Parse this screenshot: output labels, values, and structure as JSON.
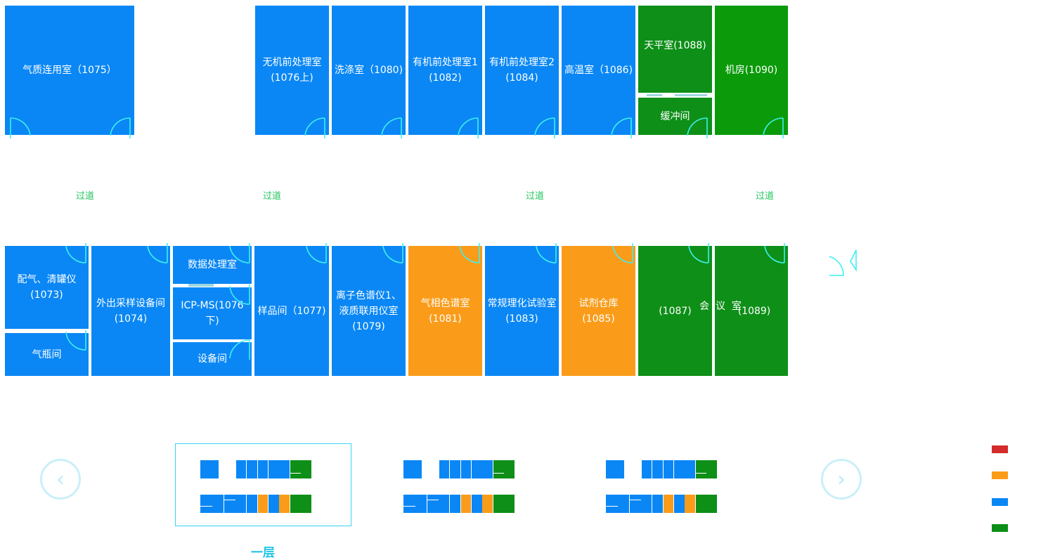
{
  "rooms": {
    "r1075": "气质连用室（1075）",
    "r1076u": "无机前处理室\n(1076上)",
    "r1080": "洗涤室（1080)",
    "r1082": "有机前处理室1\n(1082)",
    "r1084": "有机前处理室2\n(1084)",
    "r1086": "高温室（1086)",
    "r1088": "天平室(1088)",
    "buffer": "缓冲间",
    "r1090": "机房(1090)",
    "r1073": "配气、清罐仪\n(1073)",
    "cylinder": "气瓶间",
    "r1074": "外出采样设备间\n(1074)",
    "dataproc": "数据处理室",
    "icpms": "ICP-MS(1076下)",
    "equip": "设备间",
    "r1077": "样品间（1077)",
    "r1079": "离子色谱仪1、\n液质联用仪室\n(1079)",
    "r1081": "气相色谱室\n(1081)",
    "r1083": "常规理化试验室\n(1083)",
    "r1085": "试剂仓库\n(1085)",
    "meeting": "会  议  室",
    "r1087": "(1087)",
    "r1089": "(1089)"
  },
  "corridors": [
    "过道",
    "过道",
    "过道",
    "过道"
  ],
  "floor_label": "一层",
  "nav": {
    "prev_icon": "chevron-left-icon",
    "next_icon": "chevron-right-icon"
  },
  "legend": {
    "colors": [
      "#d62b2b",
      "#fa9c1a",
      "#0a87f5",
      "#0e8f18"
    ]
  },
  "colors": {
    "blue": "#0a87f5",
    "green": "#0e8f18",
    "orange": "#fa9c1a",
    "accent": "#22c3e6",
    "corridor": "#22c55e"
  }
}
